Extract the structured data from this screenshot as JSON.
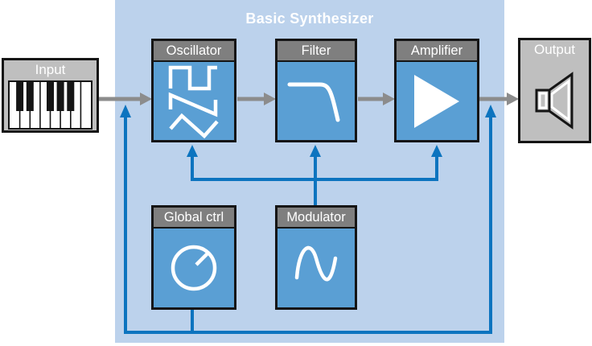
{
  "title": "Basic Synthesizer",
  "palette": {
    "container_bg": "#bcd2ec",
    "module_bg": "#5a9fd4",
    "module_header_bg": "#7f7f7f",
    "io_block_bg": "#bfbfbf",
    "signal_arrow": "#8c8c8c",
    "control_line": "#0c74bf",
    "border": "#151515",
    "icon": "#ffffff"
  },
  "io": {
    "input": {
      "label": "Input",
      "icon": "piano-keyboard-icon"
    },
    "output": {
      "label": "Output",
      "icon": "speaker-icon"
    }
  },
  "modules": {
    "oscillator": {
      "label": "Oscillator",
      "icon": "waveforms-icon"
    },
    "filter": {
      "label": "Filter",
      "icon": "lowpass-curve-icon"
    },
    "amplifier": {
      "label": "Amplifier",
      "icon": "play-triangle-icon"
    },
    "global_ctrl": {
      "label": "Global ctrl",
      "icon": "knob-icon"
    },
    "modulator": {
      "label": "Modulator",
      "icon": "sine-wave-icon"
    }
  },
  "flows": {
    "signal_path": [
      "Input",
      "Oscillator",
      "Filter",
      "Amplifier",
      "Output"
    ],
    "modulator_targets": [
      "Oscillator",
      "Filter",
      "Amplifier"
    ],
    "global_ctrl_targets": [
      "input signal line",
      "output signal line"
    ]
  }
}
